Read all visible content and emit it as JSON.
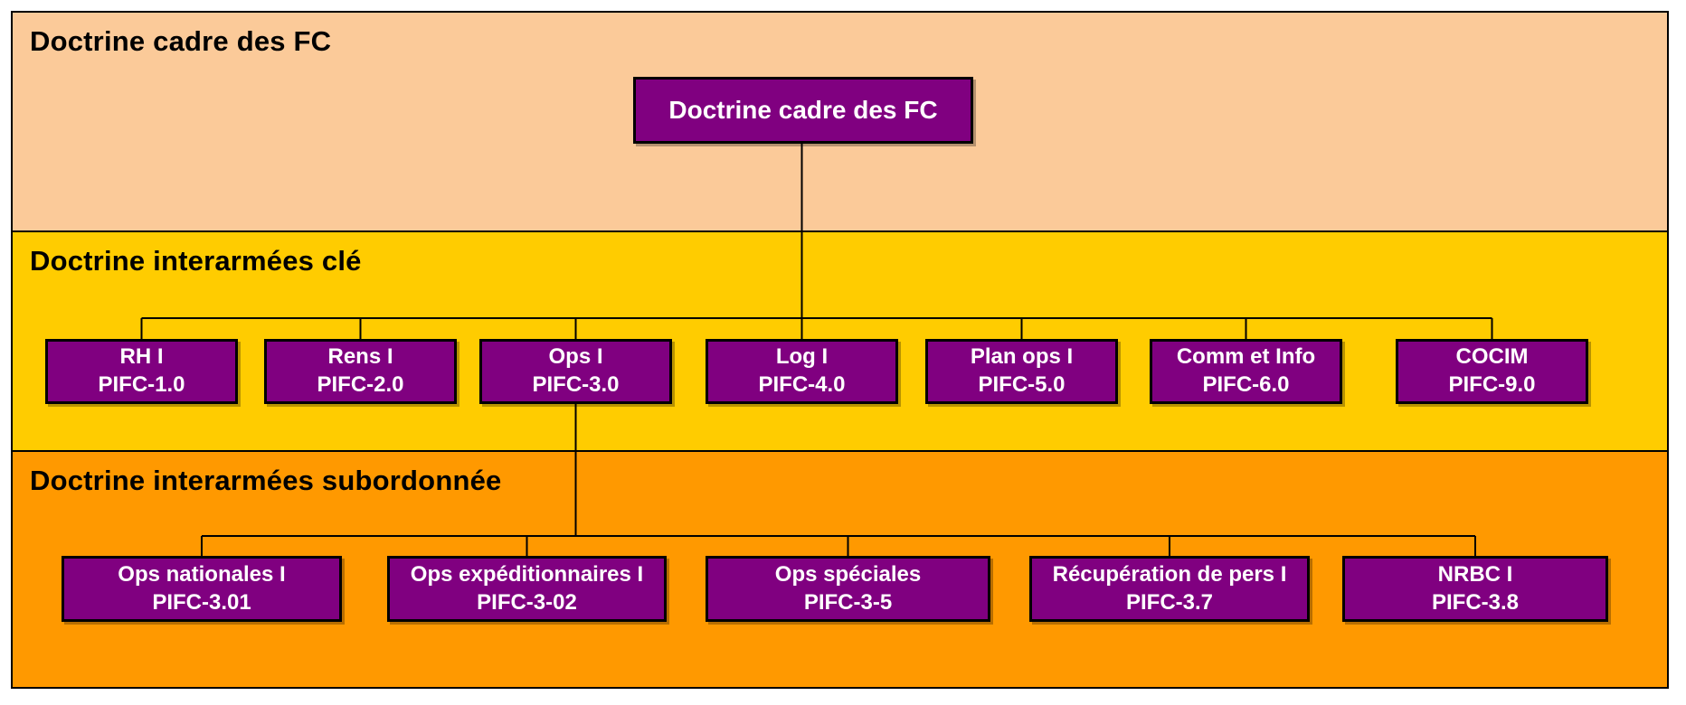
{
  "diagram": {
    "bands": {
      "framework": {
        "label": "Doctrine cadre des FC"
      },
      "keystone": {
        "label": "Doctrine interarmées clé"
      },
      "subordinate": {
        "label": "Doctrine interarmées subordonnée"
      }
    },
    "root_node": {
      "label": "Doctrine cadre des FC"
    },
    "keystone_nodes": [
      {
        "title": "RH I",
        "code": "PIFC-1.0"
      },
      {
        "title": "Rens I",
        "code": "PIFC-2.0"
      },
      {
        "title": "Ops I",
        "code": "PIFC-3.0"
      },
      {
        "title": "Log I",
        "code": "PIFC-4.0"
      },
      {
        "title": "Plan ops I",
        "code": "PIFC-5.0"
      },
      {
        "title": "Comm et Info",
        "code": "PIFC-6.0"
      },
      {
        "title": "COCIM",
        "code": "PIFC-9.0"
      }
    ],
    "subordinate_nodes": [
      {
        "title": "Ops nationales I",
        "code": "PIFC-3.01"
      },
      {
        "title": "Ops expéditionnaires I",
        "code": "PIFC-3-02"
      },
      {
        "title": "Ops spéciales",
        "code": "PIFC-3-5"
      },
      {
        "title": "Récupération de pers I",
        "code": "PIFC-3.7"
      },
      {
        "title": "NRBC I",
        "code": "PIFC-3.8"
      }
    ],
    "colors": {
      "framework_band": "#FBCA99",
      "keystone_band": "#FFCC00",
      "subordinate_band": "#FF9900",
      "node_fill": "#800080",
      "node_text": "#FFFFFF",
      "line": "#000000"
    }
  }
}
